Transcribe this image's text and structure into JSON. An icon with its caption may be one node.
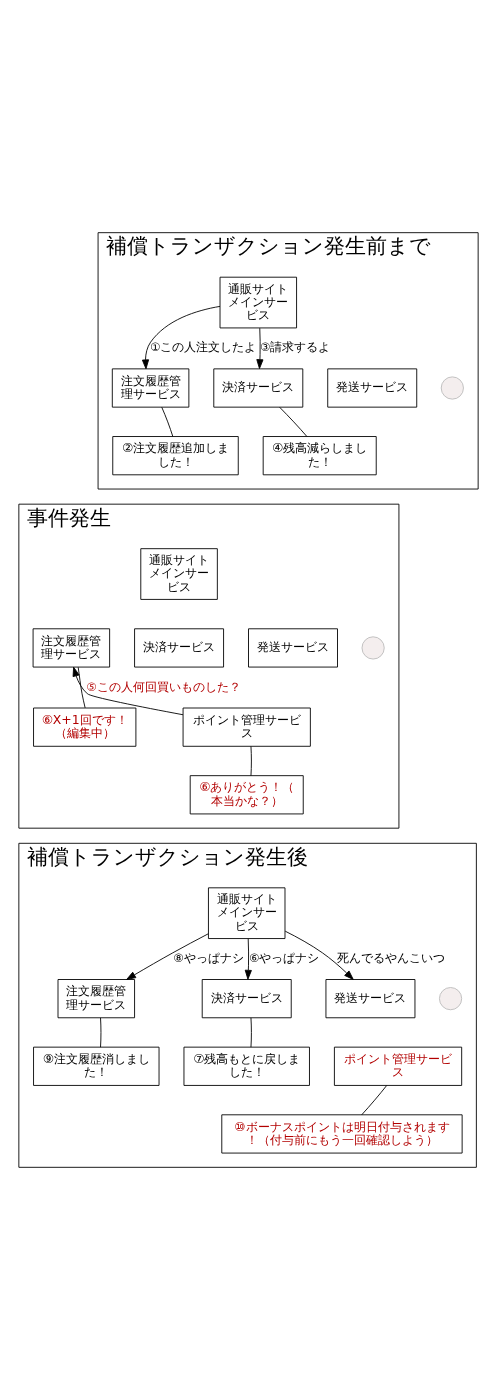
{
  "diagram": {
    "nodes": [
      {
        "text": [
          "補償トランザクション発生前まで"
        ]
      },
      {
        "text": [
          "通販サイトメインサービス"
        ],
        "in": 0
      },
      {
        "text": [
          "注文履歴管理サービス"
        ],
        "in": 0
      },
      {
        "text": [
          "決済サービス"
        ],
        "in": 0
      },
      {
        "text": [
          "発送サービス"
        ],
        "in": 0
      },
      {
        "text": [],
        "shape": "skull",
        "in": 0
      },
      {
        "text": [
          "②注文履歴追加しました！"
        ],
        "in": 0
      },
      {
        "text": [
          "④残高減らしました！"
        ],
        "in": 0
      },
      {
        "text": [
          "事件発生"
        ]
      },
      {
        "text": [
          "通販サイトメインサービス"
        ],
        "in": 8
      },
      {
        "text": [
          "注文履歴管理サービス"
        ],
        "in": 8
      },
      {
        "text": [
          "決済サービス"
        ],
        "in": 8
      },
      {
        "text": [
          "発送サービス"
        ],
        "in": 8
      },
      {
        "text": [],
        "shape": "skull",
        "in": 8
      },
      {
        "text": [
          "⑥X+1回です！（編集中）"
        ],
        "in": 8
      },
      {
        "text": [
          "ポイント管理サービス"
        ],
        "in": 8
      },
      {
        "text": [
          "⑥ありがとう！（本当かな？）"
        ],
        "in": 8
      },
      {
        "text": [
          "補償トランザクション発生後"
        ]
      },
      {
        "text": [
          "通販サイトメインサービス"
        ],
        "in": 17
      },
      {
        "text": [
          "注文履歴管理サービス"
        ],
        "in": 17
      },
      {
        "text": [
          "決済サービス"
        ],
        "in": 17
      },
      {
        "text": [
          "発送サービス"
        ],
        "in": 17
      },
      {
        "text": [],
        "shape": "skull",
        "in": 17
      },
      {
        "text": [
          "⑨注文履歴消しました！"
        ],
        "in": 17
      },
      {
        "text": [
          "⑦残高もとに戻しました！"
        ],
        "in": 17
      },
      {
        "text": [
          "ポイント管理サービス"
        ],
        "in": 17
      },
      {
        "text": [
          "⑩ボーナスポイントは明日付与されます！（付与前にもう一回確認しよう）"
        ],
        "in": 17
      }
    ],
    "edges": [
      {
        "from": 1,
        "to": 2,
        "arrow": "to",
        "label": "①この人注文したよ"
      },
      {
        "from": 1,
        "to": 3,
        "arrow": "to",
        "label": "③請求するよ"
      },
      {
        "from": 6,
        "to": 2,
        "arrow": "none"
      },
      {
        "from": 7,
        "to": 3,
        "arrow": "none"
      },
      {
        "from": 15,
        "to": 10,
        "arrow": "to",
        "label": "⑤この人何回買いものした？"
      },
      {
        "from": 14,
        "to": 10,
        "arrow": "none"
      },
      {
        "from": 16,
        "to": 15,
        "arrow": "none"
      },
      {
        "from": 18,
        "to": 19,
        "arrow": "to",
        "label": "⑧やっぱナシ"
      },
      {
        "from": 18,
        "to": 20,
        "arrow": "to",
        "label": "⑥やっぱナシ"
      },
      {
        "from": 18,
        "to": 21,
        "arrow": "to",
        "label": "死んでるやんこいつ"
      },
      {
        "from": 23,
        "to": 19,
        "arrow": "none"
      },
      {
        "from": 24,
        "to": 20,
        "arrow": "none"
      },
      {
        "from": 26,
        "to": 25,
        "arrow": "none"
      }
    ]
  }
}
